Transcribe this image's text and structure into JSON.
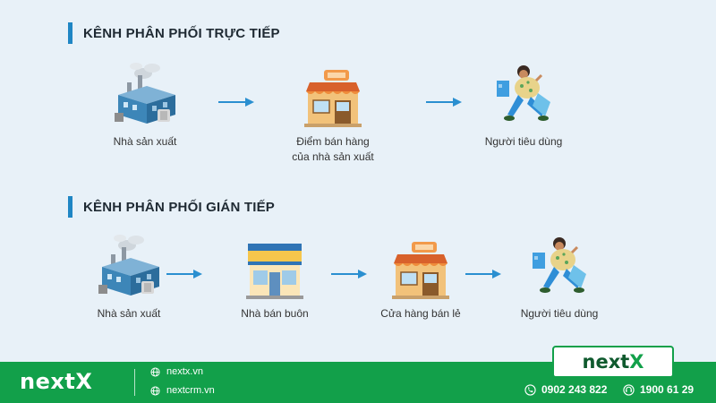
{
  "sections": {
    "direct": {
      "title": "KÊNH PHÂN PHỐI TRỰC TIẾP",
      "steps": [
        {
          "icon": "factory-icon",
          "label": "Nhà sản xuất"
        },
        {
          "icon": "store-icon",
          "label_line1": "Điểm bán hàng",
          "label_line2": "của nhà sản xuất"
        },
        {
          "icon": "shopper-icon",
          "label": "Người tiêu dùng"
        }
      ]
    },
    "indirect": {
      "title": "KÊNH PHÂN PHỐI GIÁN TIẾP",
      "steps": [
        {
          "icon": "factory-icon",
          "label": "Nhà sản xuất"
        },
        {
          "icon": "wholesale-store-icon",
          "label": "Nhà bán buôn"
        },
        {
          "icon": "store-icon",
          "label": "Cửa hàng bán lẻ"
        },
        {
          "icon": "shopper-icon",
          "label": "Người tiêu dùng"
        }
      ]
    }
  },
  "footer": {
    "brand": "nextX",
    "links": [
      "nextx.vn",
      "nextcrm.vn"
    ],
    "logo_main": "next",
    "logo_x": "X",
    "phone": "0902 243 822",
    "hotline": "1900 61 29"
  },
  "colors": {
    "accent": "#1f86c4",
    "arrow": "#2a8fd0",
    "footer_green": "#12a04a",
    "background": "#e8f1f8"
  }
}
